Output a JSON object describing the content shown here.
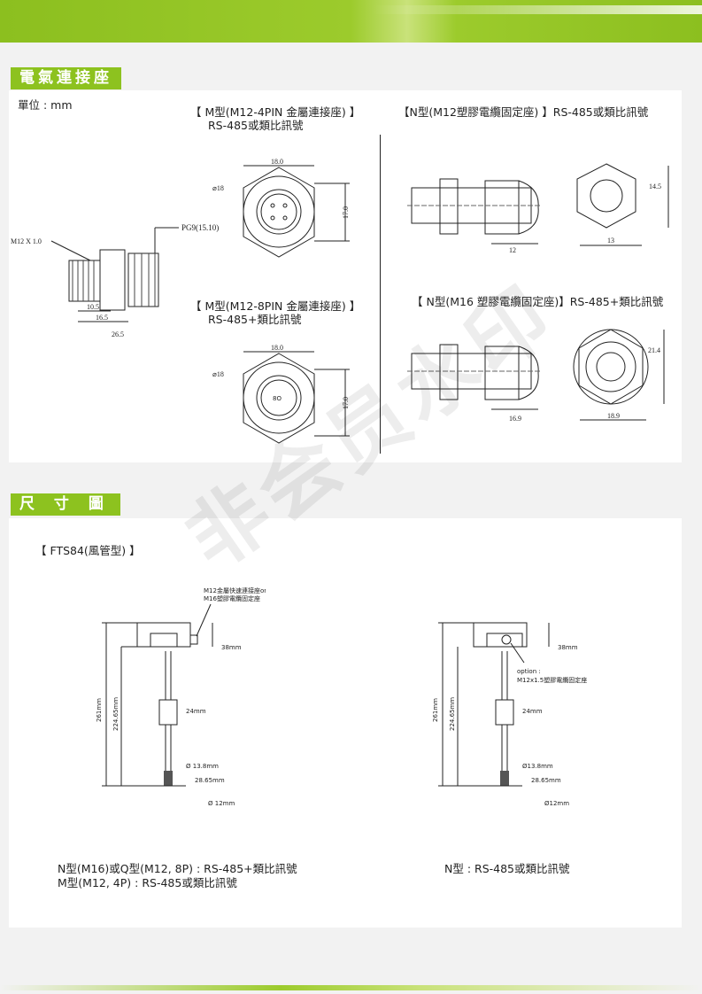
{
  "section1": {
    "title": "電氣連接座",
    "unit": "單位 : mm",
    "m4": {
      "title": "【 M型(M12-4PIN 金屬連接座) 】",
      "sub": "RS-485或類比訊號",
      "w": "18.0",
      "d": "⌀18",
      "h": "17.0"
    },
    "m8": {
      "title": "【 M型(M12-8PIN 金屬連接座) 】",
      "sub": "RS-485+類比訊號",
      "w": "18.0",
      "d": "⌀18",
      "h": "17.0"
    },
    "side": {
      "thread": "M12 X 1.0",
      "pg": "PG9(15.10)",
      "d1": "10.5",
      "d2": "16.5",
      "d3": "26.5"
    },
    "n12": {
      "title": "【N型(M12塑膠電纜固定座) 】RS-485或類比訊號",
      "len": "12",
      "w": "13",
      "h": "14.5"
    },
    "n16": {
      "title": "【 N型(M16 塑膠電纜固定座)】RS-485+類比訊號",
      "len": "16.9",
      "w": "18.9",
      "h": "21.4"
    }
  },
  "section2": {
    "title": "尺  寸  圖",
    "model": "【 FTS84(風管型) 】",
    "left": {
      "note1": "M12金屬快速連接座or",
      "note2": "M16塑膠電纜固定座",
      "h1": "261mm",
      "h2": "224.65mm",
      "a": "38mm",
      "b": "24mm",
      "c": "Ø 13.8mm",
      "d": "28.65mm",
      "e": "Ø 12mm"
    },
    "right": {
      "note1": "option :",
      "note2": "M12x1.5塑膠電纜固定座",
      "h1": "261mm",
      "h2": "224.65mm",
      "a": "38mm",
      "b": "24mm",
      "c": "Ø13.8mm",
      "d": "28.65mm",
      "e": "Ø12mm"
    },
    "caption_left1": "N型(M16)或Q型(M12, 8P) : RS-485+類比訊號",
    "caption_left2": "M型(M12, 4P) : RS-485或類比訊號",
    "caption_right": "N型 : RS-485或類比訊號"
  },
  "watermark": "非会员水印"
}
